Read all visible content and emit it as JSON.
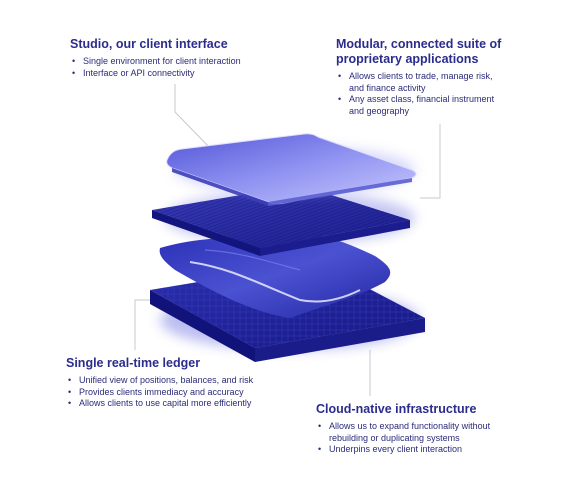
{
  "studio": {
    "title": "Studio, our client interface",
    "bullets": [
      "Single environment for client interaction",
      "Interface or API connectivity"
    ]
  },
  "modular": {
    "title_line1": "Modular, connected suite of",
    "title_line2": "proprietary applications",
    "bullets": [
      [
        "Allows clients to trade, manage risk,",
        "and finance activity"
      ],
      [
        "Any asset class, financial instrument",
        "and geography"
      ]
    ]
  },
  "ledger": {
    "title": "Single real-time ledger",
    "bullets": [
      "Unified view of positions, balances, and risk",
      "Provides clients immediacy and accuracy",
      "Allows clients to use capital more efficiently"
    ]
  },
  "cloud": {
    "title": "Cloud-native infrastructure",
    "bullets": [
      [
        "Allows us to expand functionality without",
        "rebuilding or duplicating systems"
      ],
      [
        "Underpins every client interaction"
      ]
    ]
  },
  "colors": {
    "text": "#2b2c8c",
    "layer_dark": "#1f22a0",
    "layer_light": "#8f92f0",
    "connector": "#c8c8d0"
  }
}
